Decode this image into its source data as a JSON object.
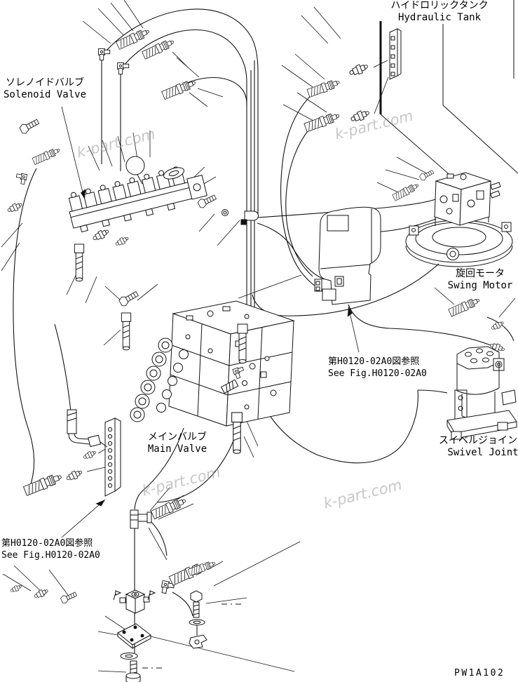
{
  "diagram": {
    "type": "hydraulic-piping-parts-diagram",
    "background": "#ffffff",
    "line_color": "#111111",
    "drawing_code": "PW1A102",
    "watermark": {
      "text": "k-part.com",
      "color": "#9a9a9a"
    },
    "callouts": {
      "hydraulic_tank": {
        "ja": "ハイドロリックタンク",
        "en": "Hydraulic Tank"
      },
      "solenoid_valve": {
        "ja": "ソレノイドバルブ",
        "en": "Solenoid Valve"
      },
      "swing_motor": {
        "ja": "旋回モータ",
        "en": "Swing Motor"
      },
      "main_valve": {
        "ja": "メインバルブ",
        "en": "Main Valve"
      },
      "swivel_joint": {
        "ja": "スイベルジョイント",
        "en": "Swivel Joint"
      },
      "see_fig_swing": {
        "ja": "第H0120-02A0図参照",
        "en": "See Fig.H0120-02A0"
      },
      "see_fig_bottom": {
        "ja": "第H0120-02A0図参照",
        "en": "See Fig.H0120-02A0"
      }
    }
  }
}
